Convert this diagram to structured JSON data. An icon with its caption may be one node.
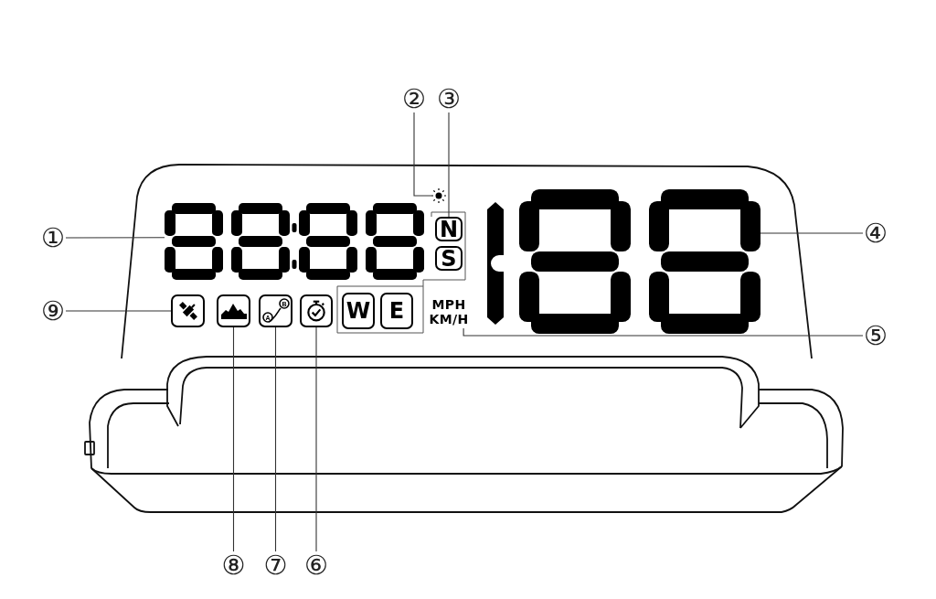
{
  "diagram": {
    "nodes": [
      {
        "text": [
          "①"
        ]
      },
      {
        "text": [
          "②"
        ]
      },
      {
        "text": [
          "③"
        ]
      },
      {
        "text": [
          "④"
        ]
      },
      {
        "text": [
          "⑤"
        ]
      },
      {
        "text": [
          "⑥"
        ]
      },
      {
        "text": [
          "⑦"
        ]
      },
      {
        "text": [
          "⑧"
        ]
      },
      {
        "text": [
          "⑨"
        ]
      },
      {
        "text": [],
        "shape": "picture"
      },
      {
        "text": [],
        "shape": "picture"
      },
      {
        "text": [
          "N"
        ]
      },
      {
        "text": [
          "S"
        ]
      },
      {
        "text": [],
        "shape": "picture"
      },
      {
        "text": [
          "MPH",
          "KM/H"
        ]
      },
      {
        "text": [],
        "shape": "picture"
      },
      {
        "text": [
          "A",
          "B"
        ]
      },
      {
        "text": [],
        "shape": "picture"
      },
      {
        "text": [],
        "shape": "picture"
      },
      {
        "text": [
          "W"
        ]
      },
      {
        "text": [
          "E"
        ]
      }
    ],
    "edges": [
      {
        "from": 0,
        "to": 9,
        "arrow": "none"
      },
      {
        "from": 1,
        "to": 10,
        "arrow": "none"
      },
      {
        "from": 2,
        "to": 11,
        "arrow": "none"
      },
      {
        "from": 3,
        "to": 13,
        "arrow": "none"
      },
      {
        "from": 4,
        "to": 14,
        "arrow": "none"
      },
      {
        "from": 5,
        "to": 15,
        "arrow": "none"
      },
      {
        "from": 6,
        "to": 16,
        "arrow": "none"
      },
      {
        "from": 7,
        "to": 17,
        "arrow": "none"
      },
      {
        "from": 8,
        "to": 18,
        "arrow": "none"
      }
    ]
  }
}
